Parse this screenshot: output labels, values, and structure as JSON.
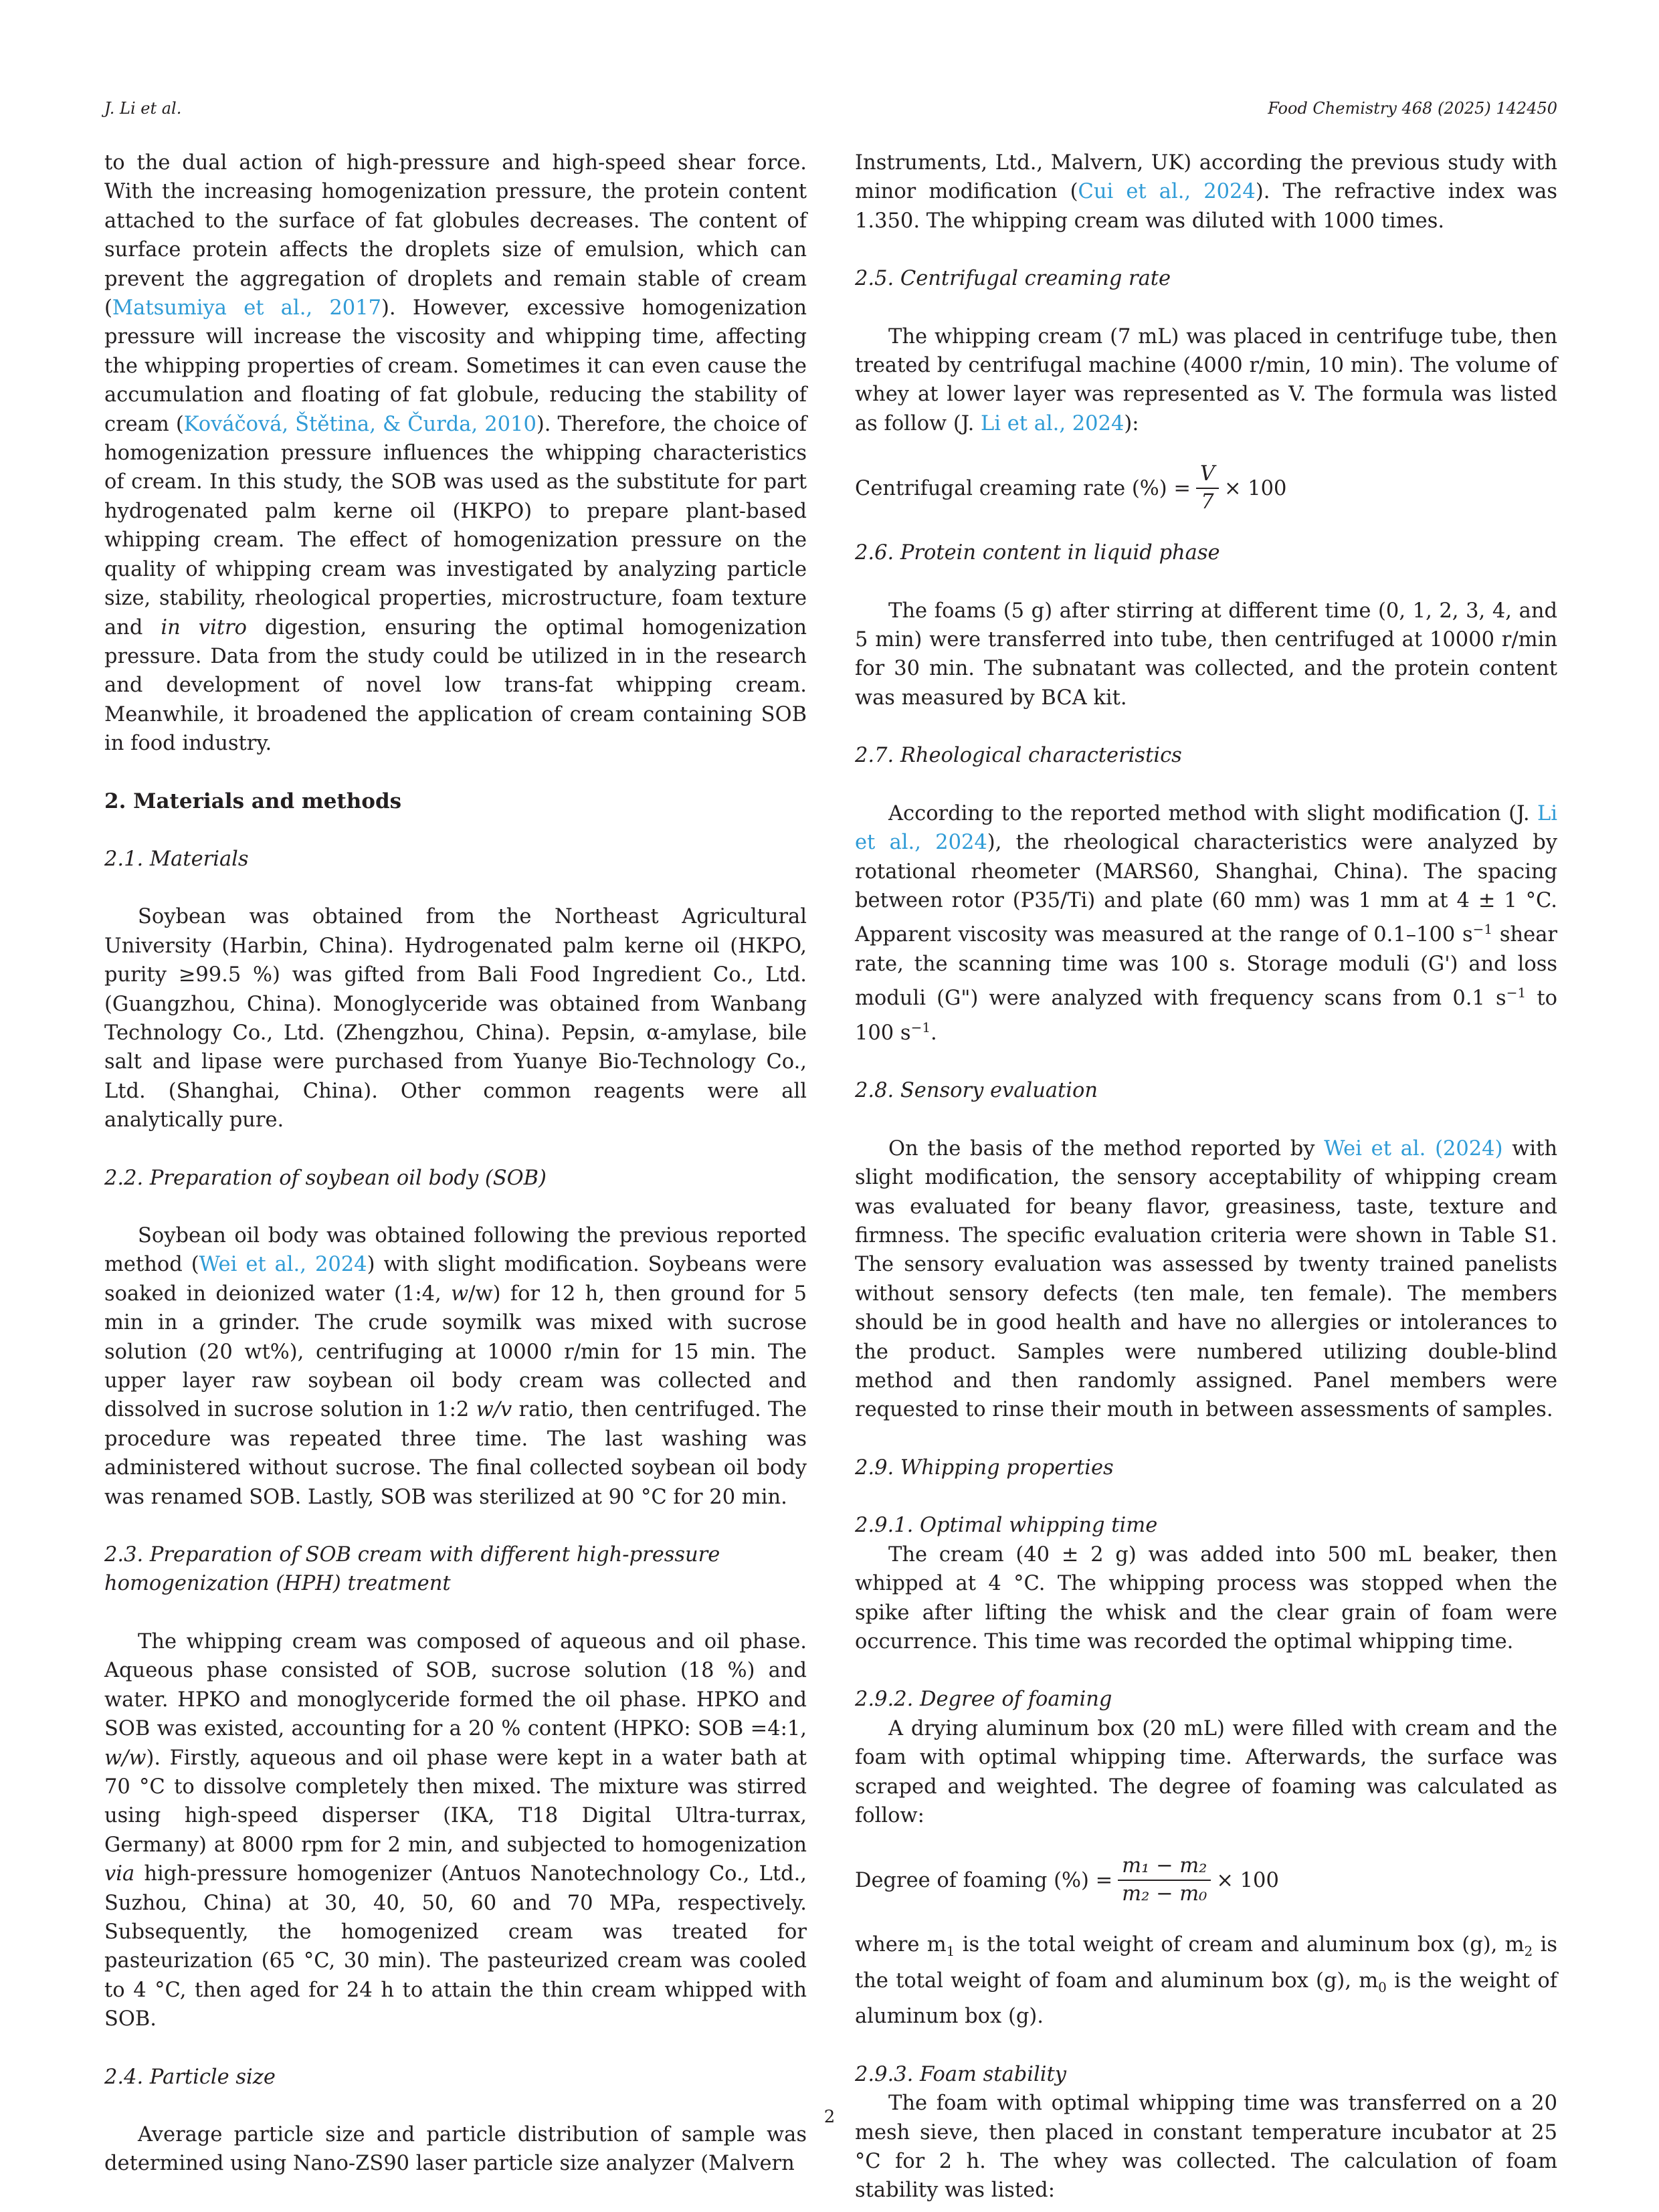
{
  "header": {
    "left": "J. Li et al.",
    "right": "Food Chemistry 468 (2025) 142450"
  },
  "left": {
    "intro_a": "to the dual action of high-pressure and high-speed shear force. With the increasing homogenization pressure, the protein content attached to the surface of fat globules decreases. The content of surface protein affects the droplets size of emulsion, which can prevent the aggregation of droplets and remain stable of cream (",
    "cite_matsumiya": "Matsumiya et al., 2017",
    "intro_b": "). However, excessive homogenization pressure will increase the viscosity and whipping time, affecting the whipping properties of cream. Sometimes it can even cause the accumulation and floating of fat globule, reducing the stability of cream (",
    "cite_kovacova": "Kováčová, Štětina, & Čurda, 2010",
    "intro_c": "). Therefore, the choice of homogenization pressure influences the whipping characteristics of cream. In this study, the SOB was used as the substitute for part hydrogenated palm kerne oil (HKPO) to prepare plant-based whipping cream. The effect of homogenization pressure on the quality of whipping cream was investigated by analyzing particle size, stability, rheological properties, microstructure, foam texture and ",
    "intro_italic": "in vitro",
    "intro_d": " digestion, ensuring the optimal homogenization pressure. Data from the study could be utilized in in the research and development of novel low trans-fat whipping cream. Meanwhile, it broadened the application of cream containing SOB in food industry.",
    "h2_materials": "2.  Materials and methods",
    "h3_21": "2.1.  Materials",
    "p21": "Soybean was obtained from the Northeast Agricultural University (Harbin, China). Hydrogenated palm kerne oil (HKPO, purity ≥99.5 %) was gifted from Bali Food Ingredient Co., Ltd. (Guangzhou, China). Monoglyceride was obtained from Wanbang Technology Co., Ltd. (Zhengzhou, China). Pepsin, α-amylase, bile salt and lipase were purchased from Yuanye Bio-Technology Co., Ltd. (Shanghai, China). Other common reagents were all analytically pure.",
    "h3_22": "2.2.  Preparation of soybean oil body (SOB)",
    "p22_a": "Soybean oil body was obtained following the previous reported method (",
    "cite_wei": "Wei et al., 2024",
    "p22_b": ") with slight modification. Soybeans were soaked in deionized water (1:4, ",
    "p22_wv1": "w",
    "p22_c": "/w) for 12 h, then ground for 5 min in a grinder. The crude soymilk was mixed with sucrose solution (20 wt%), centrifuging at 10000 r/min for 15 min. The upper layer raw soybean oil body cream was collected and dissolved in sucrose solution in 1:2 ",
    "p22_wv2": "w/v",
    "p22_d": " ratio, then centrifuged. The procedure was repeated three time. The last washing was administered without sucrose. The final collected soybean oil body was renamed SOB. Lastly, SOB was sterilized at 90 °C for 20 min.",
    "h3_23_line1": "2.3.  Preparation of SOB cream with different high-pressure",
    "h3_23_line2": "homogenization (HPH) treatment",
    "p23_a": "The whipping cream was composed of aqueous and oil phase. Aqueous phase consisted of SOB, sucrose solution (18 %) and water. HPKO and monoglyceride formed the oil phase. HPKO and SOB was existed, accounting for a 20 % content (HPKO: SOB =4:1, ",
    "p23_ww": "w/w",
    "p23_b": "). Firstly, aqueous and oil phase were kept in a water bath at 70 °C to dissolve completely then mixed. The mixture was stirred using high-speed disperser (IKA, T18 Digital Ultra-turrax, Germany) at 8000 rpm for 2 min, and subjected to homogenization ",
    "p23_via": "via",
    "p23_c": " high-pressure homogenizer (Antuos Nanotechnology Co., Ltd., Suzhou, China) at 30, 40, 50, 60 and 70 MPa, respectively. Subsequently, the homogenized cream was treated for pasteurization (65 °C, 30 min). The pasteurized cream was cooled to 4 °C, then aged for 24 h to attain the thin cream whipped with SOB.",
    "h3_24": "2.4.  Particle size",
    "p24": "Average particle size and particle distribution of sample was determined using Nano-ZS90 laser particle size analyzer (Malvern"
  },
  "right": {
    "p24_cont_a": "Instruments, Ltd., Malvern, UK) according the previous study with minor modification (",
    "cite_cui": "Cui et al., 2024",
    "p24_cont_b": "). The refractive index was 1.350. The whipping cream was diluted with 1000 times.",
    "h3_25": "2.5.  Centrifugal creaming rate",
    "p25_a": "The whipping cream (7 mL) was placed in centrifuge tube, then treated by centrifugal machine (4000 r/min, 10 min). The volume of whey at lower layer was represented as V. The formula was listed as follow (J. ",
    "cite_li1": "Li et al., 2024",
    "p25_b": "):",
    "eq1_label": "Centrifugal creaming rate (%) =",
    "eq1_num": "V",
    "eq1_den": "7",
    "eq1_tail": "× 100",
    "h3_26": "2.6.  Protein content in liquid phase",
    "p26": "The foams (5 g) after stirring at different time (0, 1, 2, 3, 4, and 5 min) were transferred into tube, then centrifuged at 10000 r/min for 30 min. The subnatant was collected, and the protein content was measured by BCA kit.",
    "h3_27": "2.7.  Rheological characteristics",
    "p27_a": "According to the reported method with slight modification (J. ",
    "cite_li2": "Li et al., 2024",
    "p27_b": "), the rheological characteristics were analyzed by rotational rheometer (MARS60, Shanghai, China). The spacing between rotor (P35/Ti) and plate (60 mm) was 1 mm at 4 ± 1 °C. Apparent viscosity was measured at the range of 0.1–100 s",
    "p27_sup1": "−1",
    "p27_c": " shear rate, the scanning time was 100 s. Storage moduli (G') and loss moduli (G\") were analyzed with frequency scans from 0.1 s",
    "p27_sup2": "−1",
    "p27_d": " to 100 s",
    "p27_sup3": "−1",
    "p27_e": ".",
    "h3_28": "2.8.  Sensory evaluation",
    "p28_a": "On the basis of the method reported by ",
    "cite_wei2": "Wei et al. (2024)",
    "p28_b": " with slight modification, the sensory acceptability of whipping cream was evaluated for beany flavor, greasiness, taste, texture and firmness. The specific evaluation criteria were shown in Table S1. The sensory evaluation was assessed by twenty trained panelists without sensory defects (ten male, ten female). The members should be in good health and have no allergies or intolerances to the product. Samples were numbered utilizing double-blind method and then randomly assigned. Panel members were requested to rinse their mouth in between assessments of samples.",
    "h3_29": "2.9.  Whipping properties",
    "h4_291": "2.9.1.  Optimal whipping time",
    "p291": "The cream (40 ± 2 g) was added into 500 mL beaker, then whipped at 4 °C. The whipping process was stopped when the spike after lifting the whisk and the clear grain of foam were occurrence. This time was recorded the optimal whipping time.",
    "h4_292": "2.9.2.  Degree of foaming",
    "p292": "A drying aluminum box (20 mL) were filled with cream and the foam with optimal whipping time. Afterwards, the surface was scraped and weighted. The degree of foaming was calculated as follow:",
    "eq2_label": "Degree of foaming (%) =",
    "eq2_num": "m₁ − m₂",
    "eq2_den": "m₂ − m₀",
    "eq2_tail": "× 100",
    "p292_where_a": "where m",
    "p292_sub1": "1",
    "p292_where_b": " is the total weight of cream and aluminum box (g), m",
    "p292_sub2": "2",
    "p292_where_c": " is the total weight of foam and aluminum box (g), m",
    "p292_sub0": "0",
    "p292_where_d": " is the weight of aluminum box (g).",
    "h4_293": "2.9.3.  Foam stability",
    "p293": "The foam with optimal whipping time was transferred on a 20 mesh sieve, then placed in constant temperature incubator at 25 °C for 2 h. The whey was collected. The calculation of foam stability was listed:"
  },
  "footer": {
    "page_number": "2"
  }
}
